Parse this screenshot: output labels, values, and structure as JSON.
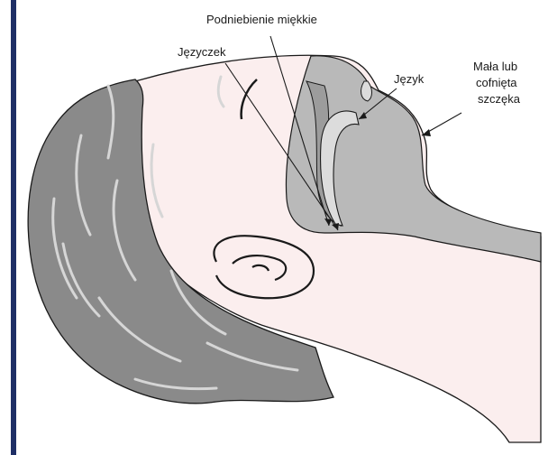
{
  "colors": {
    "frame_bar": "#1f2f66",
    "skin": "#fbeeee",
    "hair": "#8a8a8a",
    "hair_strand": "#d6d6d6",
    "airway": "#b9b9b9",
    "airway_dark": "#9c9c9c",
    "outline": "#1a1a1a"
  },
  "labels": {
    "soft_palate": "Podniebienie miękkie",
    "uvula": "Języczek",
    "tongue": "Język",
    "jaw_line1": "Mała lub",
    "jaw_line2": "cofnięta",
    "jaw_line3": "szczęka"
  }
}
